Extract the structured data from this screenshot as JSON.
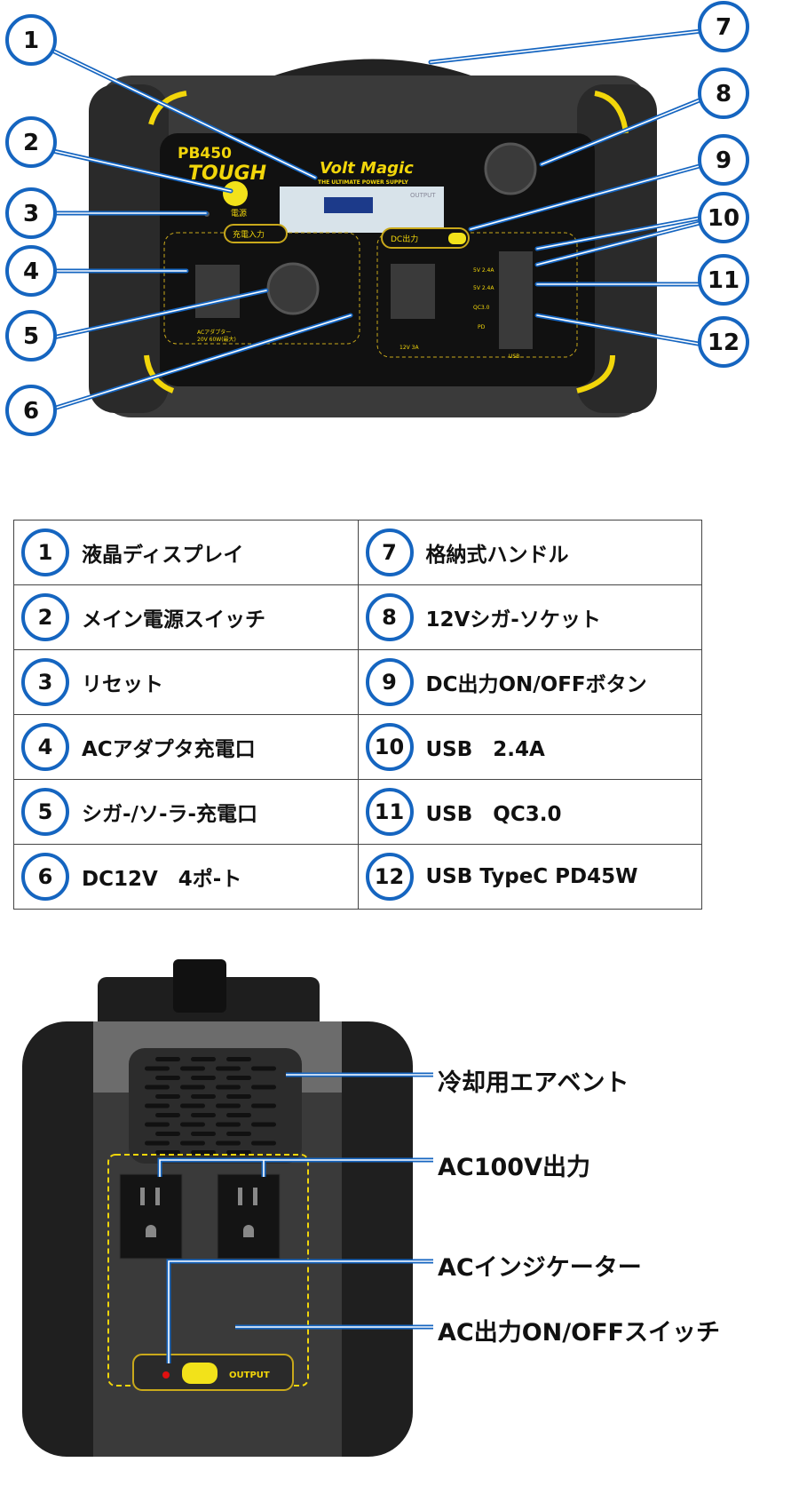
{
  "front_device": {
    "model": "PB450",
    "model_sub": "TOUGH",
    "brand": "Volt Magic",
    "tagline": "THE ULTIMATE POWER SUPPLY",
    "lcd_output": "OUTPUT",
    "power_label": "電源",
    "charge_input_label": "充電入力",
    "dc_output_label": "DC出力",
    "usb_ratings": [
      "5V 2.4A",
      "5V 2.4A",
      "QC3.0",
      "PD"
    ],
    "usb_label": "USB",
    "dc_port_label": "12V 3A",
    "ac_adapter_label": "ACアダプター",
    "ac_adapter_rating": "20V 60W(最大)"
  },
  "callouts": [
    "1",
    "2",
    "3",
    "4",
    "5",
    "6",
    "7",
    "8",
    "9",
    "10",
    "11",
    "12"
  ],
  "legend": [
    {
      "num": "1",
      "label": "液晶ディスプレイ"
    },
    {
      "num": "7",
      "label": "格納式ハンドル"
    },
    {
      "num": "2",
      "label": "メイン電源スイッチ"
    },
    {
      "num": "8",
      "label": "12Vシガ-ソケット"
    },
    {
      "num": "3",
      "label": "リセット"
    },
    {
      "num": "9",
      "label": "DC出力ON/OFFボタン"
    },
    {
      "num": "4",
      "label": "ACアダプタ充電口"
    },
    {
      "num": "10",
      "label": "USB　2.4A"
    },
    {
      "num": "5",
      "label": "シガ-/ソ-ラ-充電口"
    },
    {
      "num": "11",
      "label": "USB　QC3.0"
    },
    {
      "num": "6",
      "label": "DC12V　4ポ-ト"
    },
    {
      "num": "12",
      "label": "USB TypeC PD45W"
    }
  ],
  "rear_device": {
    "output_label": "OUTPUT",
    "annotations": {
      "air_vent": "冷却用エアベント",
      "ac_output": "AC100V出力",
      "ac_indicator": "ACインジケーター",
      "ac_switch": "AC出力ON/OFFスイッチ"
    }
  },
  "colors": {
    "callout_blue": "#1565c0",
    "accent_yellow": "#f2d60a",
    "body": "#2b2b2b"
  }
}
